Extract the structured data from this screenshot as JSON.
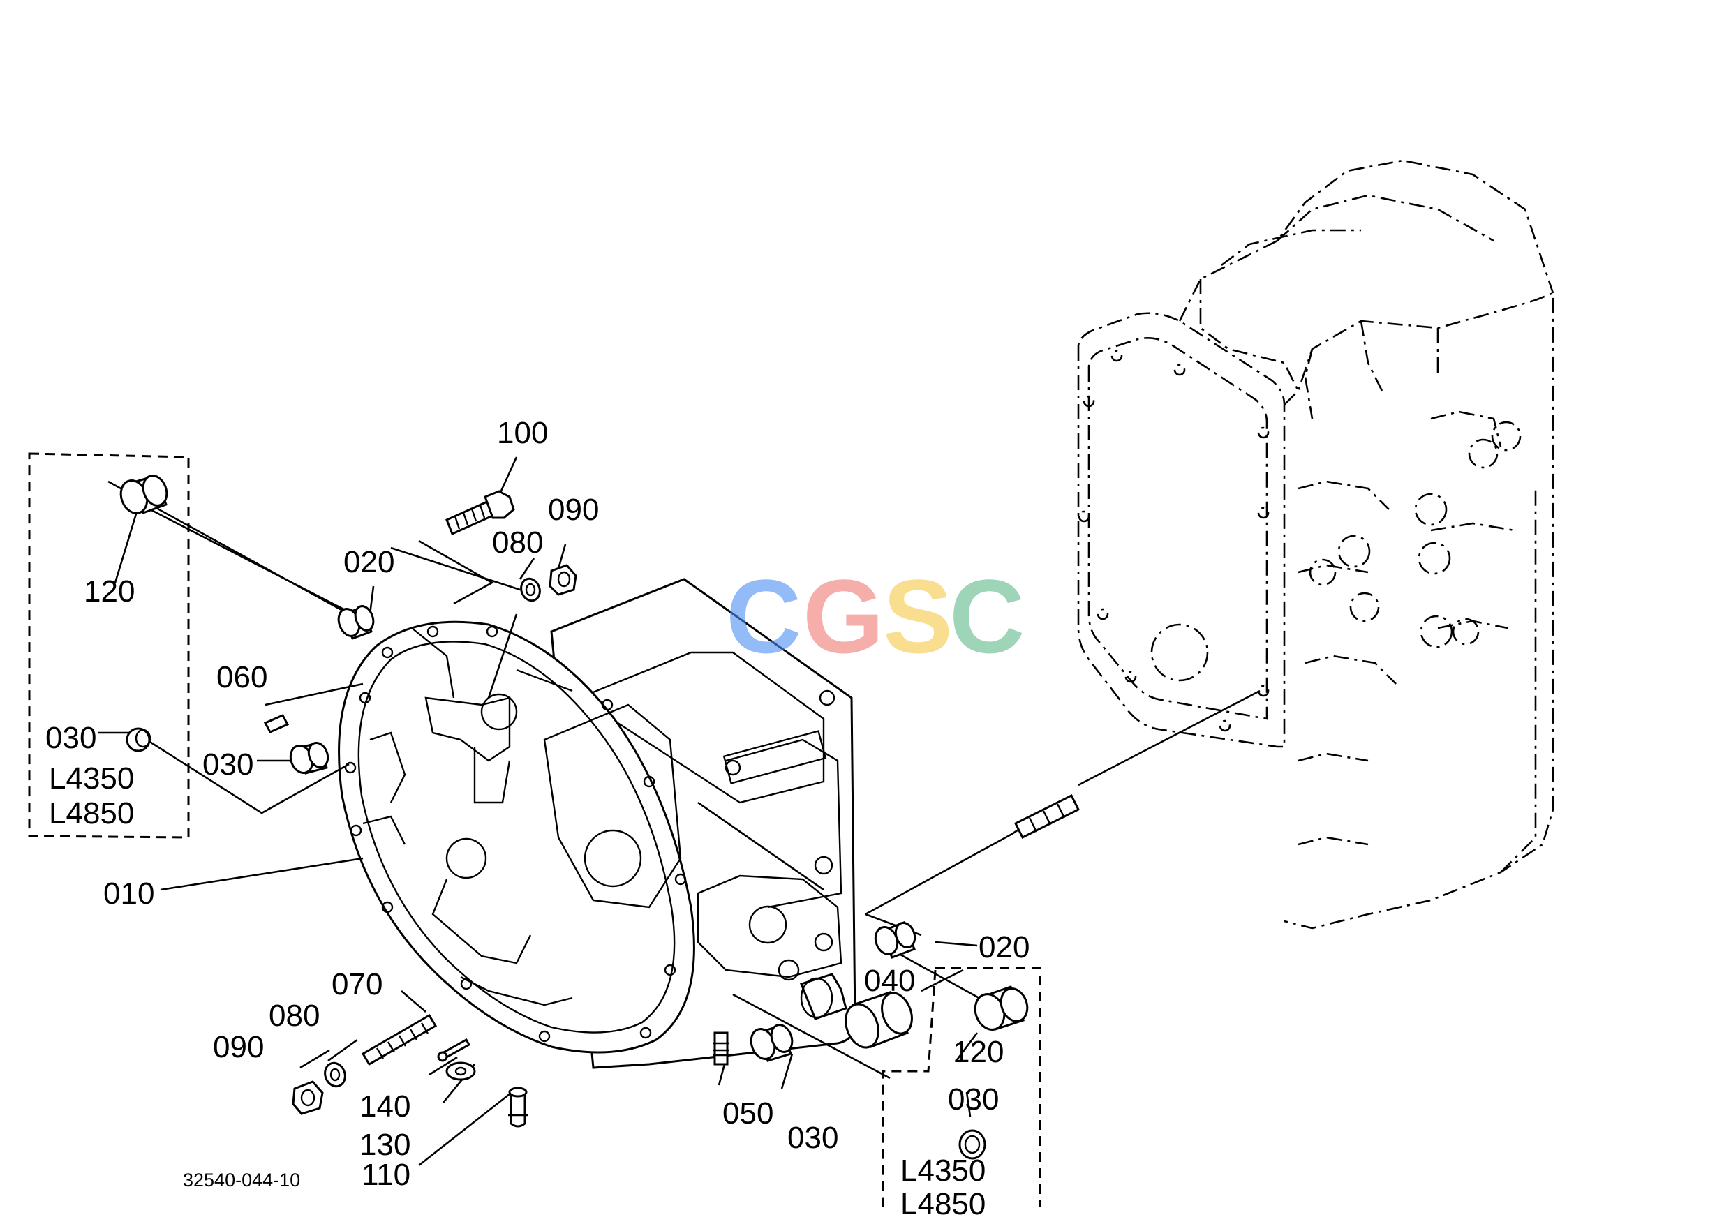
{
  "diagram": {
    "drawing_code": "32540-044-10",
    "watermark": {
      "letters": [
        "C",
        "G",
        "S",
        "C"
      ],
      "colors": [
        "#4d8ef5",
        "#ef7a72",
        "#f7c948",
        "#5fb88a"
      ]
    },
    "labels": {
      "l100": "100",
      "l090a": "090",
      "l080a": "080",
      "l020a": "020",
      "l120a": "120",
      "l060": "060",
      "l030a": "030",
      "l030b": "030",
      "m1a": "L4350",
      "m1b": "L4850",
      "l010": "010",
      "l070": "070",
      "l080b": "080",
      "l090b": "090",
      "l140": "140",
      "l130": "130",
      "l110": "110",
      "l050": "050",
      "l030c": "030",
      "l040": "040",
      "l020b": "020",
      "l120b": "120",
      "l030d": "030",
      "m2a": "L4350",
      "m2b": "L4850"
    }
  }
}
